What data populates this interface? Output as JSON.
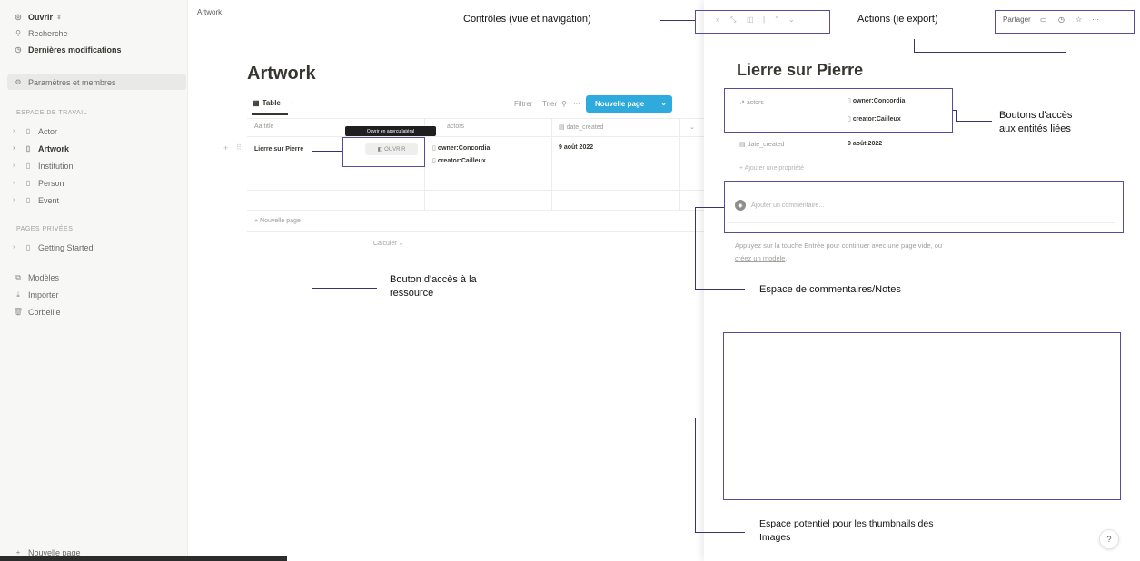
{
  "sidebar": {
    "workspace": "Ouvrir",
    "search": "Recherche",
    "recent": "Dernières modifications",
    "settings": "Paramètres et membres",
    "workspace_section": "ESPACE DE TRAVAIL",
    "items": [
      {
        "label": "Actor"
      },
      {
        "label": "Artwork"
      },
      {
        "label": "Institution"
      },
      {
        "label": "Person"
      },
      {
        "label": "Event"
      }
    ],
    "private_section": "PAGES PRIVÉES",
    "private_items": [
      {
        "label": "Getting Started"
      }
    ],
    "templates": "Modèles",
    "import": "Importer",
    "trash": "Corbeille",
    "new_page": "Nouvelle page"
  },
  "main": {
    "breadcrumb": "Artwork",
    "title": "Artwork",
    "view_tab": "Table",
    "filter": "Filtrer",
    "sort": "Trier",
    "new_page_button": "Nouvelle page",
    "columns": [
      "Aa title",
      "actors",
      "date_created"
    ],
    "tooltip": "Ouvrir en aperçu latéral",
    "rows": [
      {
        "title": "Lierre sur Pierre",
        "open": "OUVRIR",
        "actors": [
          "owner:Concordia",
          "creator:Cailleux"
        ],
        "date_created": "9 août 2022"
      }
    ],
    "add_row": "Nouvelle page",
    "calculate": "Calculer"
  },
  "panel": {
    "share": "Partager",
    "title": "Lierre sur Pierre",
    "prop_actors_label": "actors",
    "actors": [
      "owner:Concordia",
      "creator:Cailleux"
    ],
    "prop_date_label": "date_created",
    "date_value": "9 août 2022",
    "add_property": "Ajouter une propriété",
    "comment_placeholder": "Ajouter un commentaire...",
    "hint_text": "Appuyez sur la touche Entrée pour continuer avec une page vide, ou",
    "hint_link": "créez un modèle",
    "help": "?"
  },
  "annotations": {
    "controls": "Contrôles (vue et navigation)",
    "actions": "Actions (ie export)",
    "linked_entities_1": "Boutons d'accès",
    "linked_entities_2": "aux entités liées",
    "resource_button_1": "Bouton d'accès à la",
    "resource_button_2": "ressource",
    "comments": "Espace de commentaires/Notes",
    "thumbnails_1": "Espace potentiel pour les thumbnails des",
    "thumbnails_2": "Images"
  },
  "colors": {
    "accent_button": "#2eaadc",
    "annotation_box": "#5b4a96"
  }
}
